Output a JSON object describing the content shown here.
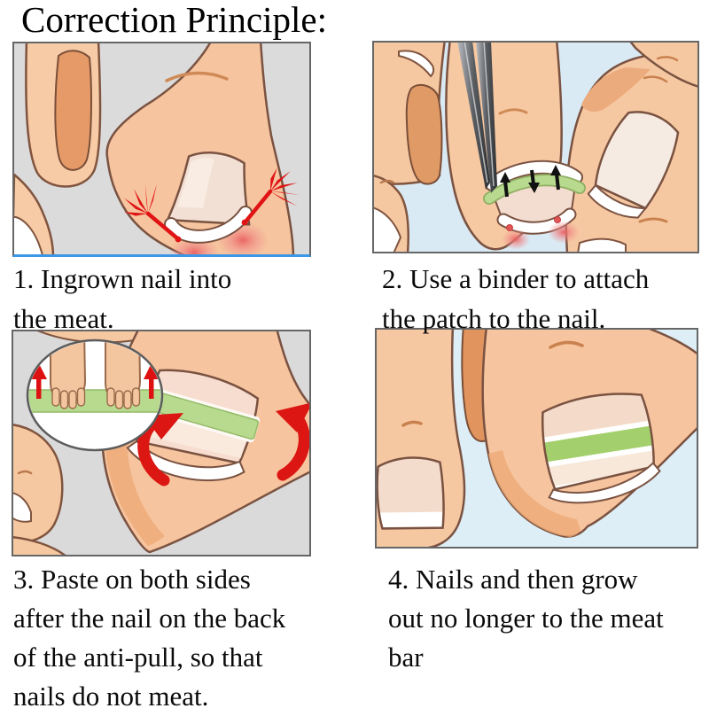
{
  "title": "Correction Principle:",
  "steps": [
    {
      "num": 1,
      "caption": "1. Ingrown nail into the meat.",
      "lines": [
        "1. Ingrown nail into",
        "the meat."
      ]
    },
    {
      "num": 2,
      "caption": "2. Use a binder to attach the patch to the nail.",
      "lines": [
        "2. Use a binder to attach",
        "the patch to the nail."
      ]
    },
    {
      "num": 3,
      "caption": "3. Paste on both sides after the nail on the back of the anti-pull, so that nails do not meat.",
      "lines": [
        "3. Paste on both sides",
        "after the nail on the back",
        "of the anti-pull, so that",
        "nails do not meat."
      ]
    },
    {
      "num": 4,
      "caption": "4. Nails and then grow out no longer to the meat bar",
      "lines": [
        "4. Nails and then grow",
        "out no longer to the meat",
        "bar"
      ]
    }
  ],
  "colors": {
    "skin": "#f6c49e",
    "skin_light": "#f7cba6",
    "skin_shade": "#e59a68",
    "outline": "#7a5241",
    "nail": "#f3e0d4",
    "patch_green": "#b7da8e",
    "patch_green_bright": "#a3d06c",
    "arrow_red": "#dd1612",
    "panel_blue_bg": "#d9eaf4",
    "panel_gray_bg": "#dbdbdb",
    "underline_blue": "#3d97e8",
    "ink": "#0a0a0a"
  }
}
